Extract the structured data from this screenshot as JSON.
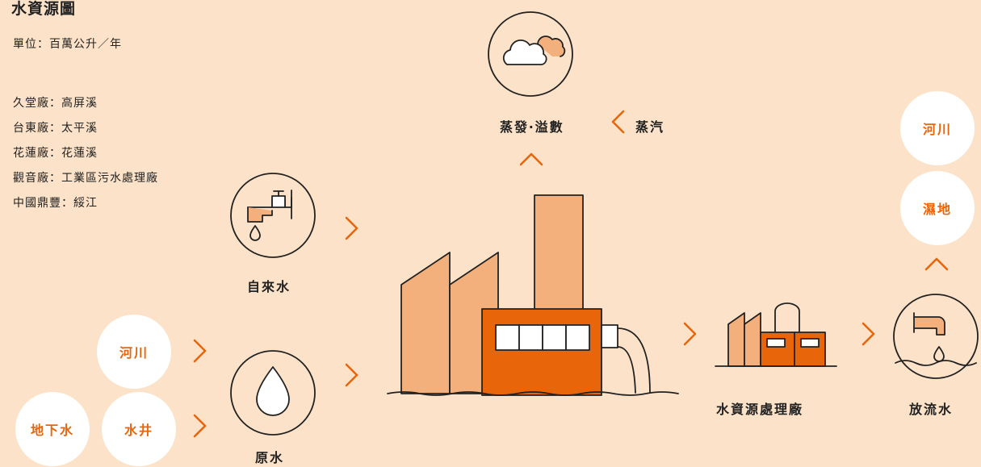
{
  "title": "水資源圖",
  "unit": "單位：百萬公升／年",
  "notes": [
    "久堂廠：高屏溪",
    "台東廠：太平溪",
    "花蓮廠：花蓮溪",
    "觀音廠：工業區污水處理廠",
    "中國鼎豐：綏江"
  ],
  "nodes": {
    "tap_water": "自來水",
    "raw_water": "原水",
    "evaporation": "蒸發‧溢數",
    "steam": "蒸汽",
    "treatment_plant": "水資源處理廠",
    "discharge": "放流水"
  },
  "sources": {
    "river": "河川",
    "well": "水井",
    "groundwater": "地下水"
  },
  "destinations": {
    "river": "河川",
    "wetland": "濕地"
  },
  "colors": {
    "accent": "#e8650a",
    "light_accent": "#f4b07c",
    "background": "#fbe2c8",
    "line": "#222222"
  }
}
